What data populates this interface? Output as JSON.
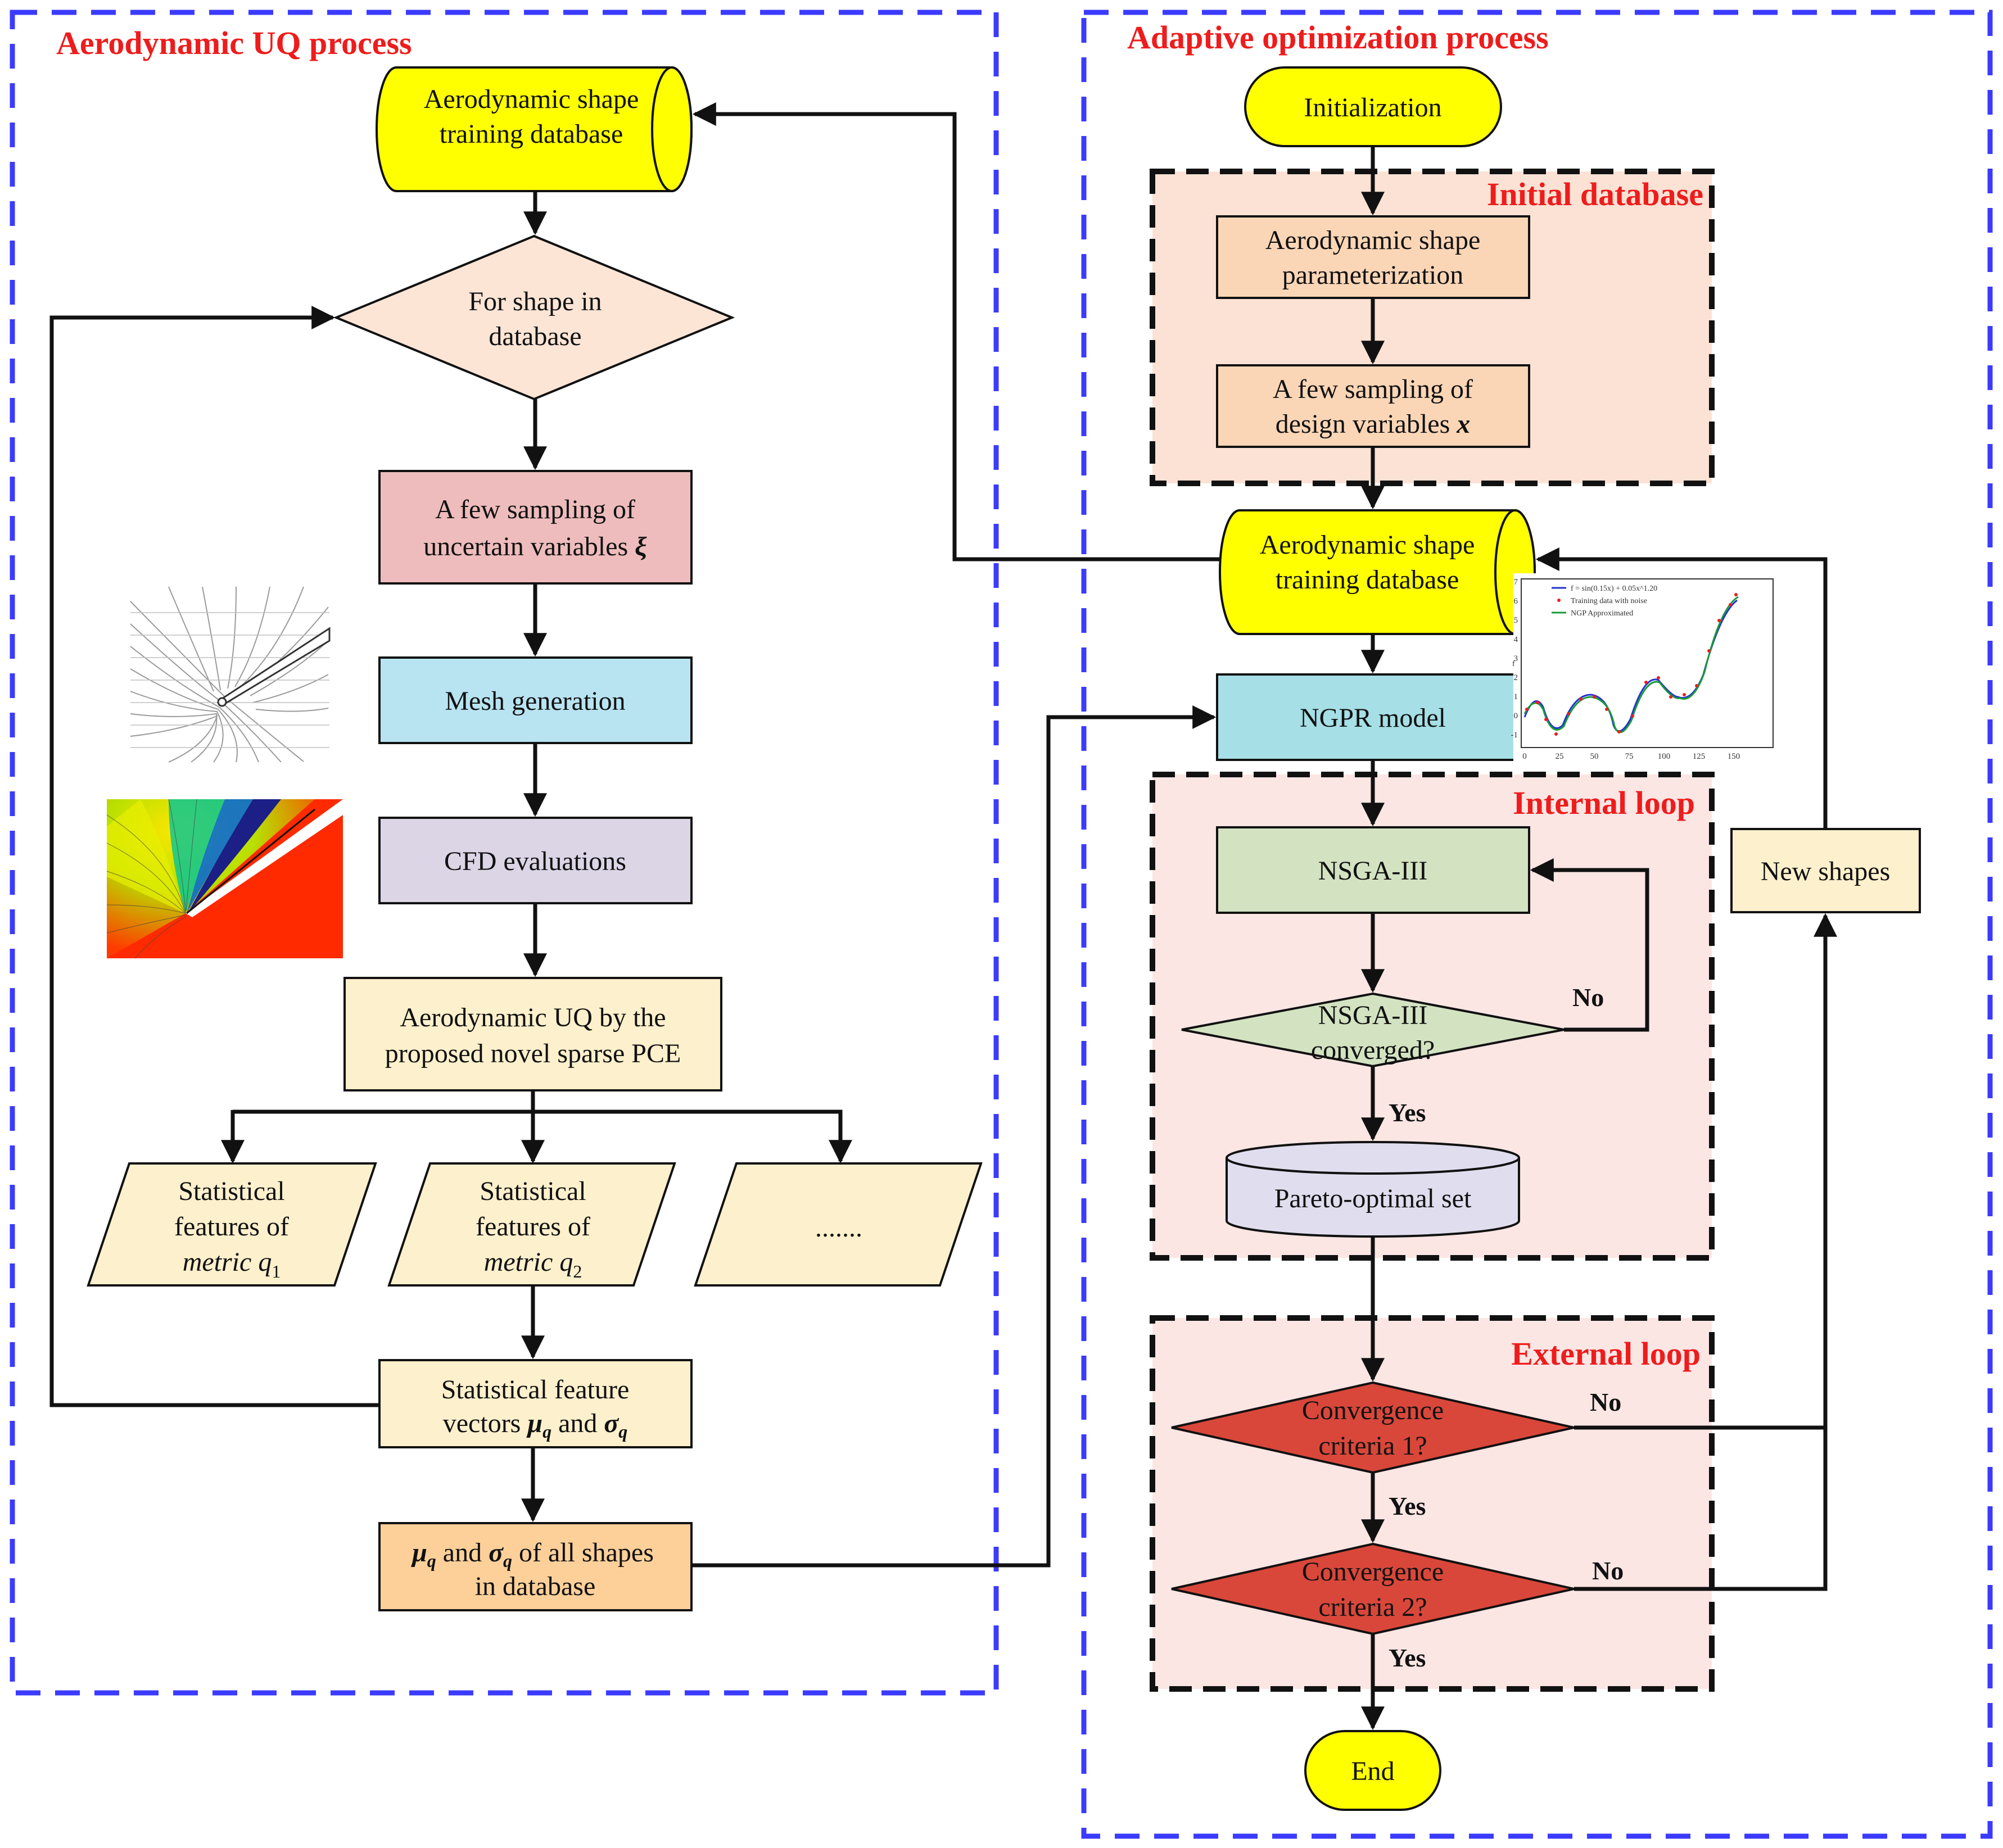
{
  "sections": {
    "uq_title": "Aerodynamic UQ process",
    "opt_title": "Adaptive optimization process",
    "initial_db_title": "Initial database",
    "internal_loop_title": "Internal loop",
    "external_loop_title": "External loop"
  },
  "uq_nodes": {
    "db_line1": "Aerodynamic shape",
    "db_line2": "training database",
    "for_line1": "For shape in",
    "for_line2": "database",
    "sampling_line1": "A few sampling of",
    "sampling_line2": "uncertain variables",
    "sampling_symbol": "ξ",
    "mesh": "Mesh generation",
    "cfd": "CFD evaluations",
    "uqpce_line1": "Aerodynamic UQ by the",
    "uqpce_line2": "proposed novel sparse PCE",
    "feat1_line1": "Statistical",
    "feat1_line2": "features of",
    "feat1_line3": "metric q",
    "feat1_sub": "1",
    "feat2_line1": "Statistical",
    "feat2_line2": "features of",
    "feat2_line3": "metric q",
    "feat2_sub": "2",
    "feat3": ".......",
    "vec_line1": "Statistical feature",
    "vec_line2a": "vectors",
    "vec_mu": "μ",
    "vec_sub_q": "q",
    "vec_and": "and",
    "vec_sigma": "σ",
    "all_line1_rest": "of all shapes",
    "all_line2": "in database"
  },
  "opt_nodes": {
    "init": "Initialization",
    "param_line1": "Aerodynamic shape",
    "param_line2": "parameterization",
    "design_line1": "A few sampling of",
    "design_line2": "design variables",
    "design_symbol": "x",
    "db_line1": "Aerodynamic shape",
    "db_line2": "training database",
    "ngpr": "NGPR model",
    "nsga": "NSGA-III",
    "nsga_conv_line1": "NSGA-III",
    "nsga_conv_line2": "converged?",
    "pareto": "Pareto-optimal set",
    "conv1_line1": "Convergence",
    "conv1_line2": "criteria 1?",
    "conv2_line1": "Convergence",
    "conv2_line2": "criteria 2?",
    "end": "End",
    "new_shapes": "New shapes"
  },
  "edge_labels": {
    "no1": "No",
    "yes1": "Yes",
    "no2": "No",
    "yes2": "Yes",
    "no3": "No",
    "yes3": "Yes"
  },
  "inset_chart": {
    "legend_1": "f = sin(0.15x) + 0.05x^1.20",
    "legend_2": "Training data with noise",
    "legend_3": "NGP Approximated",
    "y_ticks": [
      "7",
      "6",
      "5",
      "4",
      "3",
      "2",
      "1",
      "0",
      "-1"
    ],
    "x_ticks": [
      "0",
      "25",
      "50",
      "75",
      "100",
      "125",
      "150"
    ],
    "y_label": "f"
  },
  "colors": {
    "blue_dash": "#3b3bff",
    "black_dash": "#111111",
    "yellow": "#ffff00",
    "peach": "#fde5d6",
    "orange_light": "#fbd6b6",
    "rose": "#eebcbc",
    "cyan": "#b8e4f2",
    "lavender": "#dcd5e6",
    "cream": "#fdf0cc",
    "orange": "#fdd09a",
    "teal": "#a6dfe6",
    "green": "#d3e3c2",
    "pareto": "#e0deee",
    "red": "#d9473b",
    "section_fill": "#fbe2dc",
    "title_red": "#ee1c1c"
  }
}
